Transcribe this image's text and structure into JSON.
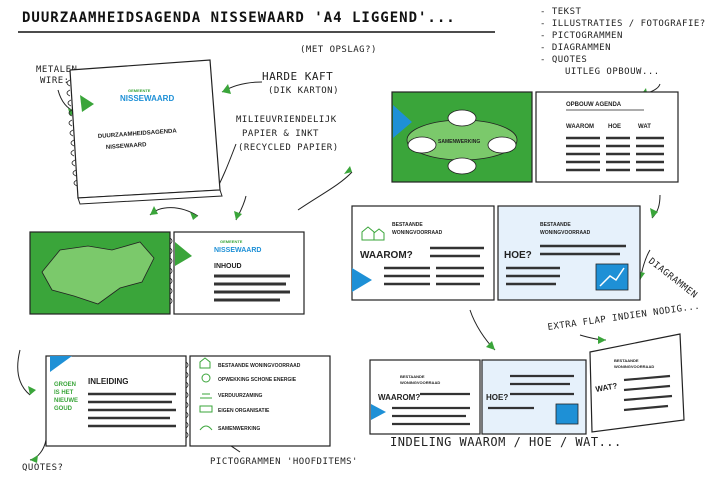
{
  "title": "DUURZAAMHEIDSAGENDA NISSEWAARD 'A4 LIGGEND'...",
  "legend": [
    "- TEKST",
    "- ILLUSTRATIES / FOTOGRAFIE?",
    "- PICTOGRAMMEN",
    "- DIAGRAMMEN",
    "- QUOTES"
  ],
  "notes": {
    "metalen_wire": [
      "METALEN",
      "WIRE: 'O'"
    ],
    "met_opslag": "(MET OPSLAG?)",
    "harde_kaft": [
      "HARDE KAFT",
      "(DIK KARTON)"
    ],
    "papier": [
      "MILIEUVRIENDELIJK",
      "PAPIER & INKT",
      "(RECYCLED PAPIER)"
    ],
    "uitleg_opbouw": "UITLEG OPBOUW...",
    "diagrammen": "DIAGRAMMEN",
    "extra_flap": "EXTRA FLAP INDIEN NODIG...",
    "indeling": "INDELING WAAROM / HOE / WAT...",
    "pictogrammen": "PICTOGRAMMEN 'HOOFDITEMS'",
    "quotes": "QUOTES?"
  },
  "cover": {
    "brand_small": "GEMEENTE",
    "brand": "NISSEWAARD",
    "title": [
      "DUURZAAMHEIDSAGENDA",
      "NISSEWAARD"
    ]
  },
  "spread_inhoud": {
    "brand_small": "GEMEENTE",
    "brand": "NISSEWAARD",
    "heading": "INHOUD"
  },
  "spread_opbouw": {
    "center": "SAMENWERKING",
    "heading": "OPBOUW AGENDA",
    "columns": [
      "WAAROM",
      "HOE",
      "WAT"
    ]
  },
  "spread_waarom": {
    "section": [
      "BESTAANDE",
      "WONINGVOORRAAD"
    ],
    "waarom": "WAAROM?",
    "hoe": "HOE?"
  },
  "spread_inleiding": {
    "quote": [
      "GROEN",
      "IS HET",
      "NIEUWE",
      "GOUD"
    ],
    "heading": "INLEIDING",
    "items": [
      "BESTAANDE WONINGVOORRAAD",
      "OPWEKKING SCHONE ENERGIE",
      "VERDUURZAMING",
      "EIGEN ORGANISATIE",
      "SAMENWERKING"
    ]
  },
  "spread_flap": {
    "section": [
      "BESTAANDE",
      "WONINGVOORRAAD"
    ],
    "waarom": "WAAROM?",
    "hoe": "HOE?",
    "wat": "WAT?"
  },
  "colors": {
    "green": "#3aa53a",
    "blue": "#1e90d6",
    "light": "#e6f1fb"
  }
}
